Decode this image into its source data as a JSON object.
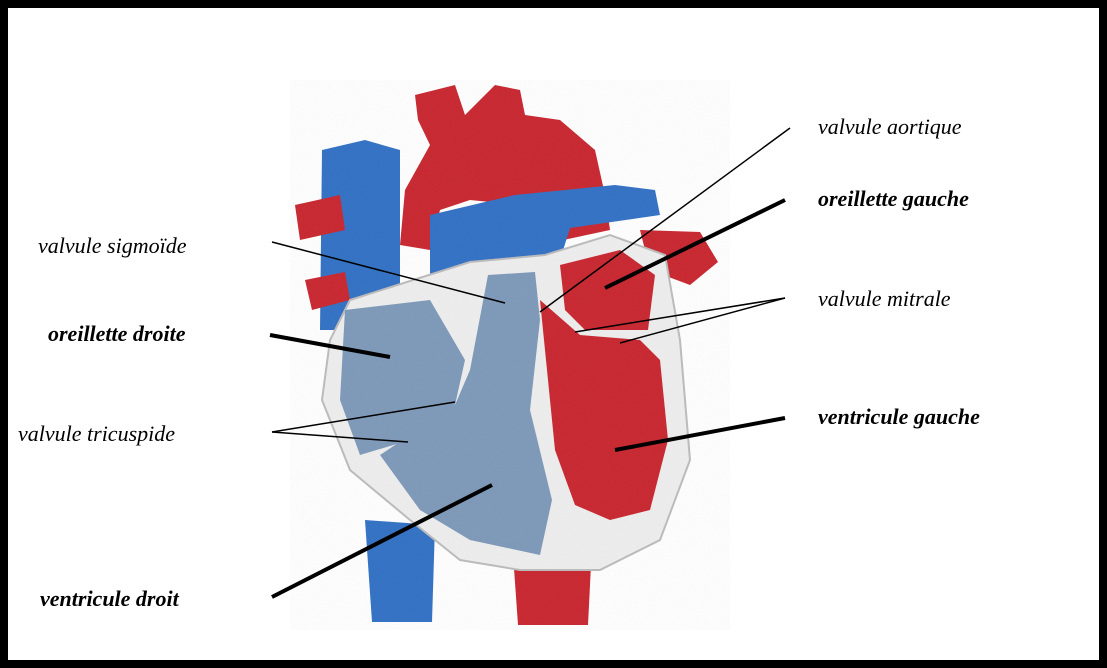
{
  "colors": {
    "oxygenated": "#c8232c",
    "deoxygenated_vessel": "#2f6fc4",
    "deoxygenated_chamber": "#7c98b8",
    "wall": "#eeeeee",
    "frame": "#000000",
    "background": "#ffffff"
  },
  "labels": {
    "valvule_aortique": "valvule aortique",
    "oreillette_gauche": "oreillette gauche",
    "valvule_mitrale": "valvule mitrale",
    "ventricule_gauche": "ventricule gauche",
    "valvule_sigmoide": "valvule sigmoïde",
    "oreillette_droite": "oreillette droite",
    "valvule_tricuspide": "valvule tricuspide",
    "ventricule_droit": "ventricule droit"
  }
}
